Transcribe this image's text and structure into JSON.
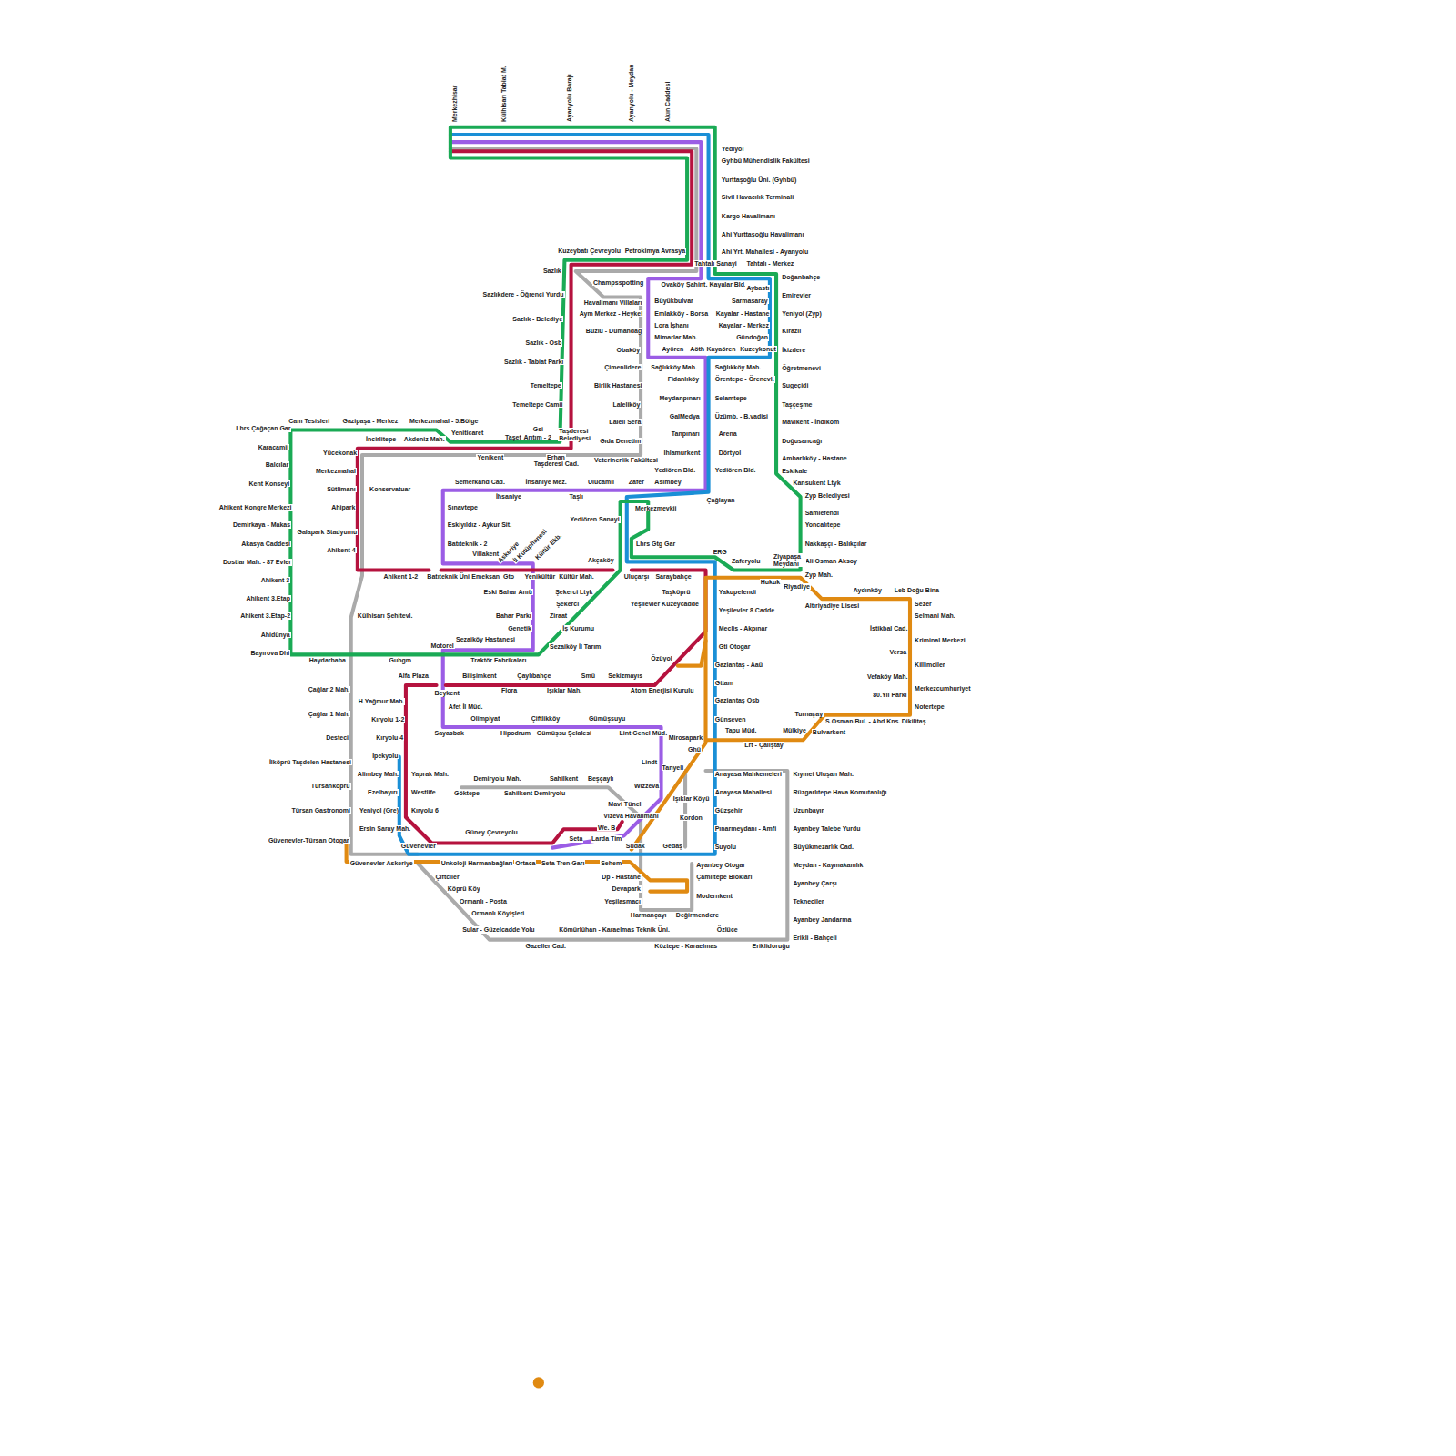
{
  "diagram": {
    "labels": [
      "Merkezhisar",
      "Külhisarı Tabiat M.",
      "Ayanyolu Barajı",
      "Ayanyolu - Meydan",
      "Akın Caddesi",
      "Yediyol",
      "Gyhbü Mühendislik Fakültesi",
      "Yurttaşoğlu Üni. (Gyhbü)",
      "Sivil Havacılık Terminali",
      "Kargo Havalimanı",
      "Ahi Yurttaşoğlu Havalimanı",
      "Ahi Yrt. Mahallesi - Ayanyolu",
      "Kuzeybatı Çevreyolu",
      "Petrokimya Avrasya",
      "Tahtalı Sanayi",
      "Tahtalı - Merkez",
      "Doğanbahçe",
      "Emirevler",
      "Yeniyol (Zyp)",
      "Kirazlı",
      "İkizdere",
      "Öğretmenevi",
      "Sugeçidi",
      "Taşçeşme",
      "Mavikent - İndikom",
      "Doğusancağı",
      "Ambarlıköy - Hastane",
      "Eskikale",
      "Kansukent Ltyk",
      "Zyp Belediyesi",
      "Samiefendi",
      "Yoncalıtepe",
      "Nakkaşçı - Balıkçılar",
      "Ali Osman Aksoy",
      "Zyp Mah.",
      "Ovaköy",
      "Şahint.",
      "Kayalar Bld.",
      "Aybastı",
      "Sarmasaray",
      "Büyükbulvar",
      "Kayalar - Hastane",
      "Emlakköy - Borsa",
      "Kayalar - Merkez",
      "Lora İşhanı",
      "Mimarlar Mah.",
      "Gündoğan",
      "Ayören",
      "Aöth",
      "Kayaören",
      "Kuzeykonut",
      "Sağlıkköy Mah.",
      "Sağlıkköy Mah.",
      "Fidanlıköy",
      "Örentepe - Örenevl.",
      "Meydanpınarı",
      "Selamtepe",
      "GaIMedya",
      "Üzümb. - B.vadisi",
      "Tanpınarı",
      "Arena",
      "Ihlamurkent",
      "Dörtyol",
      "Yediören Bld.",
      "Yediören Bld.",
      "Çağlayan",
      "Champsspotting",
      "Havalimanı Villaları",
      "Aym Merkez - Heykel",
      "Buzlu - Dumandağ",
      "Obaköy",
      "Çimenlidere",
      "Birlik Hastanesi",
      "Laleliköy",
      "Laleli Sera",
      "Gıda Denetim",
      "Veterinerlik Fakültesi",
      "Sazlık",
      "Sazlıkdere - Öğrenci Yurdu",
      "Sazlık - Belediye",
      "Sazlık - Osb",
      "Sazlık - Tabiat Parkı",
      "Temeltepe",
      "Temeltepe Camii",
      "Lhrs Çağaçan Gar",
      "Cam Tesisleri",
      "Gazipaşa - Merkez",
      "Merkezmahal - 5.Bölge",
      "Yeniticaret",
      "İncirlitepe",
      "Akdeniz Mah.",
      "Taşet",
      "Gsi",
      "Arıtım - 2",
      "Taşderesi Belediyesi",
      "Yücekonak",
      "Yenikent",
      "Erhan",
      "Taşderesi Cad.",
      "Karacamii",
      "Balcılar",
      "Kent Konseyi",
      "Ahikent Kongre Merkezi",
      "Demirkaya - Makas",
      "Akasya Caddesi",
      "Dostlar Mah. - 87 Evler",
      "Ahikent 3",
      "Ahikent 3.Etap",
      "Ahikent 3.Etap-2",
      "Ahidünya",
      "Bayırova Dhi",
      "Haydarbaba",
      "Merkezmahal",
      "Sütlimanı",
      "Ahipark",
      "Galapark Stadyumu",
      "Ahikent 4",
      "Konservatuar",
      "Ahikent 1-2",
      "Semerkand Cad.",
      "İhsaniye Mez.",
      "Ulucamii",
      "Zafer",
      "Asımbey",
      "İhsaniye",
      "Taşlı",
      "Sınavtepe",
      "Eskiyıldız - Aykur Sit.",
      "Batıteknik - 2",
      "Yediören Sanayi",
      "Merkezmevkii",
      "Lhrs Gtg Gar",
      "Villakent",
      "Askeriye",
      "İl Kütüphanesi",
      "Kültür Ekb.",
      "Akçaköy",
      "Batıteknik Üni.",
      "Emeksan",
      "Gto",
      "Yenikültür",
      "Kültür Mah.",
      "Uluçarşı",
      "Saraybahçe",
      "ERG",
      "Zaferyolu",
      "Ziyapaşa Meydanı",
      "Hukuk",
      "Riyadiye",
      "Eski Bahar Anıtı",
      "Şekerci Ltyk",
      "Şekerci",
      "Bahar Parkı",
      "Ziraat",
      "Genetik",
      "İş Kurumu",
      "Sezaiköy Hastanesi",
      "Sezaiköy İl Tarım",
      "Motorel",
      "Traktör Fabrikaları",
      "Külhisarı Şehitevl.",
      "Guhgm",
      "Taşköprü",
      "Yakupefendi",
      "Yeşilevler Kuzeycadde",
      "Yeşilevler 8.Cadde",
      "Meclis - Akpınar",
      "Gti Otogar",
      "Özüyol",
      "Gaziantaş - Aaü",
      "Gttam",
      "Gaziantaş Osb",
      "Günseven",
      "Mirosapark",
      "Tapu Müd.",
      "Lrt - Çalıştay",
      "Mülkiye",
      "Bulvarkent",
      "Turnaçay",
      "S.Osman Bul. - Abd Kns.",
      "Dikilitaş",
      "Altıriyadiye Lisesi",
      "Aydınköy",
      "Leb Doğu Bina",
      "Sezer",
      "Selmani Mah.",
      "İstikbal Cad.",
      "Kriminal Merkezi",
      "Versa",
      "Killimciler",
      "Vefaköy Mah.",
      "Merkezcumhuriyet",
      "80.Yıl Parkı",
      "Notertepe",
      "Alfa Plaza",
      "Bilişimkent",
      "Çaylıbahçe",
      "Smü",
      "Sekizmayıs",
      "Beykent",
      "Flora",
      "Işıklar Mah.",
      "Atom Enerjisi Kurulu",
      "Afet İl Müd.",
      "Olimpiyat",
      "Çiftlikköy",
      "Gümüşsuyu",
      "Sayasbak",
      "Hipodrum",
      "Gümüşsu Şelalesi",
      "Lint Genel Müd.",
      "Çağlar 2 Mah.",
      "Çağlar 1 Mah.",
      "Desteci",
      "İlköprü Taşdelen Hastanesi",
      "Türsanköprü",
      "Türsan Gastronomi",
      "Güvenevler-Türsan Otogar",
      "H.Yağmur Mah.",
      "Kıryolu 1-2",
      "Kıryolu 4",
      "İpekyolu",
      "Alimbey Mah.",
      "Ezelbayırı",
      "Yeniyol (Gre)",
      "Ersin Saray Mah.",
      "Yaprak Mah.",
      "Westlife",
      "Kıryolu 6",
      "Güvenevler",
      "Güvenevler Askeriye",
      "Demiryolu Mah.",
      "Sahilkent",
      "Beşçaylı",
      "Göktepe",
      "Sahilkent Demiryolu",
      "Lindt",
      "Tanyeli",
      "Ghü",
      "Işıklar Köyü",
      "Kordon",
      "Wizzeva",
      "Mavi Tünel",
      "Vizeva Havalimanı",
      "We. B",
      "Güney Çevreyolu",
      "Seta",
      "Larda Tim",
      "Sudak",
      "Gedaş",
      "Unkoloji",
      "Harmanbağları",
      "Ortaca",
      "Seta Tren Garı",
      "Sehem",
      "Anayasa Mahkemeleri",
      "Anayasa Mahallesi",
      "Güzşehir",
      "Pınarmeydanı - Amfi",
      "Suyolu",
      "Kıymet Uluşan Mah.",
      "Rüzgarlıtepe Hava Komutanlığı",
      "Uzunbayır",
      "Ayanbey Talebe Yurdu",
      "Büyükmezarlık Cad.",
      "Meydan - Kaymakamlık",
      "Ayanbey Çarşı",
      "Tekneciler",
      "Ayanbey Jandarma",
      "Erikli - Bahçeli",
      "Ayanbey Otogar",
      "Çamlıtepe Blokları",
      "Modernkent",
      "Dp - Hastane",
      "Devapark",
      "Yeşilasmacı",
      "Harmançayı",
      "Değirmendere",
      "Çiftciler",
      "Köprü Köy",
      "Ormanlı - Posta",
      "Ormanlı Köyişleri",
      "Sular - Güzelcadde Yolu",
      "Kömürlühan - Karaelmas Teknik Üni.",
      "Özlüce",
      "Gazeller Cad.",
      "Köztepe - Karaelmas",
      "Eriklidoruğu"
    ]
  }
}
